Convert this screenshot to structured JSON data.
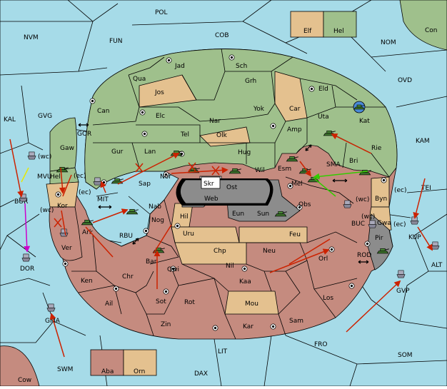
{
  "regions": {
    "POL": "POL",
    "NVM": "NVM",
    "FUN": "FUN",
    "COB": "COB",
    "NOM": "NOM",
    "Con": "Con",
    "OVD": "OVD",
    "KAL": "KAL",
    "GVG": "GVG",
    "KAM": "KAM",
    "MVU": "MVU",
    "BOR": "BOR",
    "DOR": "DOR",
    "GOR": "GOR",
    "MIT": "MIT",
    "RBU": "RBU",
    "SMA": "SMA",
    "TEI": "TEI",
    "BUC": "BUC",
    "KUP": "KUP",
    "ALT": "ALT",
    "ROD": "ROD",
    "GVP": "GVP",
    "FRO": "FRO",
    "SOM": "SOM",
    "LIT": "LIT",
    "SWM": "SWM",
    "DAX": "DAX",
    "GMA": "GMA",
    "Cow": "Cow",
    "Elf": "Elf",
    "Hel": "Hel",
    "Jad": "Jad",
    "Sch": "Sch",
    "Qua": "Qua",
    "Jos": "Jos",
    "Grh": "Grh",
    "Eld": "Eld",
    "Can": "Can",
    "Elc": "Elc",
    "Nar": "Nar",
    "Yok": "Yok",
    "Car": "Car",
    "Uta": "Uta",
    "Kat": "Kat",
    "Tel": "Tel",
    "Olk": "Olk",
    "Amp": "Amp",
    "Gaw": "Gaw",
    "Gur": "Gur",
    "Lan": "Lan",
    "Hug": "Hug",
    "Rie": "Rie",
    "Bri": "Bri",
    "Hel2": "Hel",
    "Wil": "Wil",
    "Esm": "Esm",
    "Nor": "Nor",
    "Skr": "Skr",
    "Ost": "Ost",
    "Web": "Web",
    "Sap": "Sap",
    "Mel": "Mel",
    "Byn": "Byn",
    "Kor": "Kor",
    "Nab": "Nab",
    "Eun": "Eun",
    "Sun": "Sun",
    "Obs": "Obs",
    "Gwa": "Gwa",
    "Hil": "Hil",
    "Ark": "Ark",
    "Nog": "Nog",
    "Uru": "Uru",
    "Feu": "Feu",
    "Pir": "Pir",
    "Ver": "Ver",
    "Chp": "Chp",
    "Neu": "Neu",
    "Orl": "Orl",
    "Bar": "Bar",
    "Qwi": "Qwi",
    "Nil": "Nil",
    "Ken": "Ken",
    "Chr": "Chr",
    "Kaa": "Kaa",
    "Los": "Los",
    "Ail": "Ail",
    "Sot": "Sot",
    "Rot": "Rot",
    "Mou": "Mou",
    "Zin": "Zin",
    "Kar": "Kar",
    "Sam": "Sam",
    "Aba": "Aba",
    "Orn": "Orn"
  },
  "coast_tags": {
    "wc1": "(wc)",
    "ec1": "(ec)",
    "ec2": "(ec)",
    "wc2": "(wc)",
    "wc3": "(wc)",
    "ec3": "(ec)",
    "wc4": "(wc)",
    "ec4": "(ec)"
  },
  "colors": {
    "sea": "#a6dbe8",
    "green": "#9fc08c",
    "tan": "#e4c18f",
    "red": "#c58b7f",
    "grey": "#8c8c8c",
    "arrow_red": "#cc2200",
    "arrow_green": "#33cc00",
    "arrow_magenta": "#cc00cc",
    "arrow_yellow": "#e8e800"
  }
}
